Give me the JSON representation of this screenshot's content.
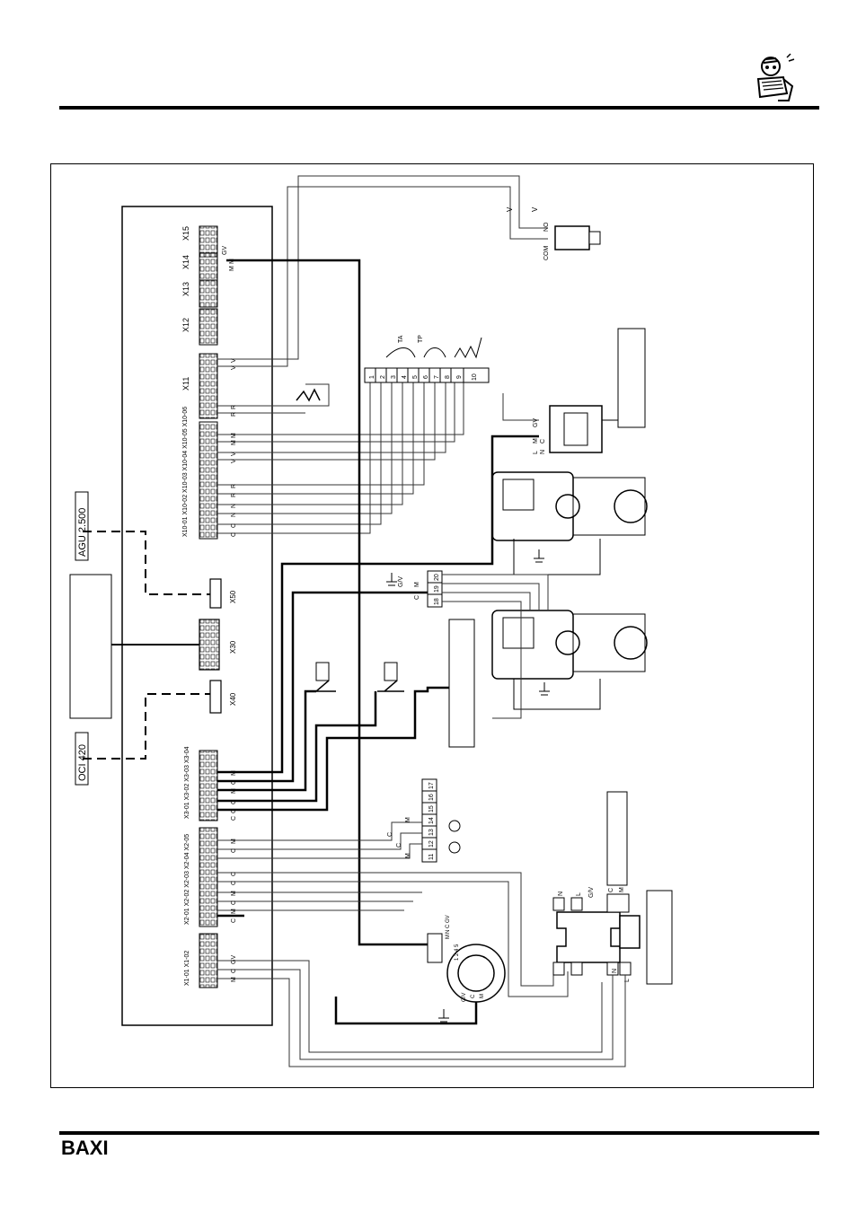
{
  "header": {
    "mascot_icon": "reading-technician-icon"
  },
  "footer": {
    "brand": "BAXI"
  },
  "diagram": {
    "modules": {
      "agu": "AGU 2.500",
      "oci": "OCI 420"
    },
    "connectors_top": [
      "X15",
      "X14",
      "X13",
      "X12",
      "X11"
    ],
    "connectors_bus": [
      "X50",
      "X30",
      "X40"
    ],
    "x10_header": "X10-01 X10-02 X10-03 X10-04 X10-05 X10-06",
    "x3_header": "X3-01 X3-02 X3-03 X3-04",
    "x2_header": "X2-01 X2-02 X2-03 X2-04 X2-05",
    "x1_header": "X1-01 X1-02",
    "x11_wires": [
      "R",
      "R",
      "V",
      "V"
    ],
    "x14_wires": [
      "GV",
      "M",
      "M"
    ],
    "x10_wires": [
      "M",
      "M",
      "V",
      "V",
      "R",
      "R",
      "N",
      "N",
      "C",
      "C"
    ],
    "x3_wires": [
      "M",
      "C",
      "M",
      "C",
      "C",
      "C"
    ],
    "x2_wires": [
      "M",
      "C",
      "C",
      "C",
      "M",
      "C",
      "M",
      "C",
      "M",
      "C"
    ],
    "x1_wires": [
      "GV",
      "C",
      "M"
    ],
    "terminal_block_a": [
      "1",
      "2",
      "3",
      "4",
      "5",
      "6",
      "7",
      "8",
      "9",
      "10"
    ],
    "terminal_block_a_labels": [
      "TA",
      "TP"
    ],
    "terminal_block_b": [
      "18",
      "19",
      "20"
    ],
    "terminal_block_b_wires": [
      "C",
      "M",
      "G/V"
    ],
    "terminal_block_c": [
      "11",
      "12",
      "13",
      "14",
      "15",
      "16",
      "17"
    ],
    "pump_wires": [
      "M",
      "C",
      "C",
      "M"
    ],
    "pressure_switch": {
      "no": "NO",
      "com": "COM",
      "wires": [
        "V",
        "V"
      ]
    },
    "fan_wires": [
      "M",
      "N",
      "C",
      "GV"
    ],
    "fan_pins": "1 2 4 5",
    "fan_earth_wires": [
      "G/V",
      "C",
      "M"
    ],
    "transformer_wires": [
      "GV",
      "M",
      "C",
      "L",
      "N"
    ],
    "mains_terminals": [
      "N",
      "L",
      "G/V",
      "L",
      "N",
      "C",
      "M"
    ]
  },
  "colors": {
    "line": "#000000",
    "thin_line": "#444444"
  }
}
